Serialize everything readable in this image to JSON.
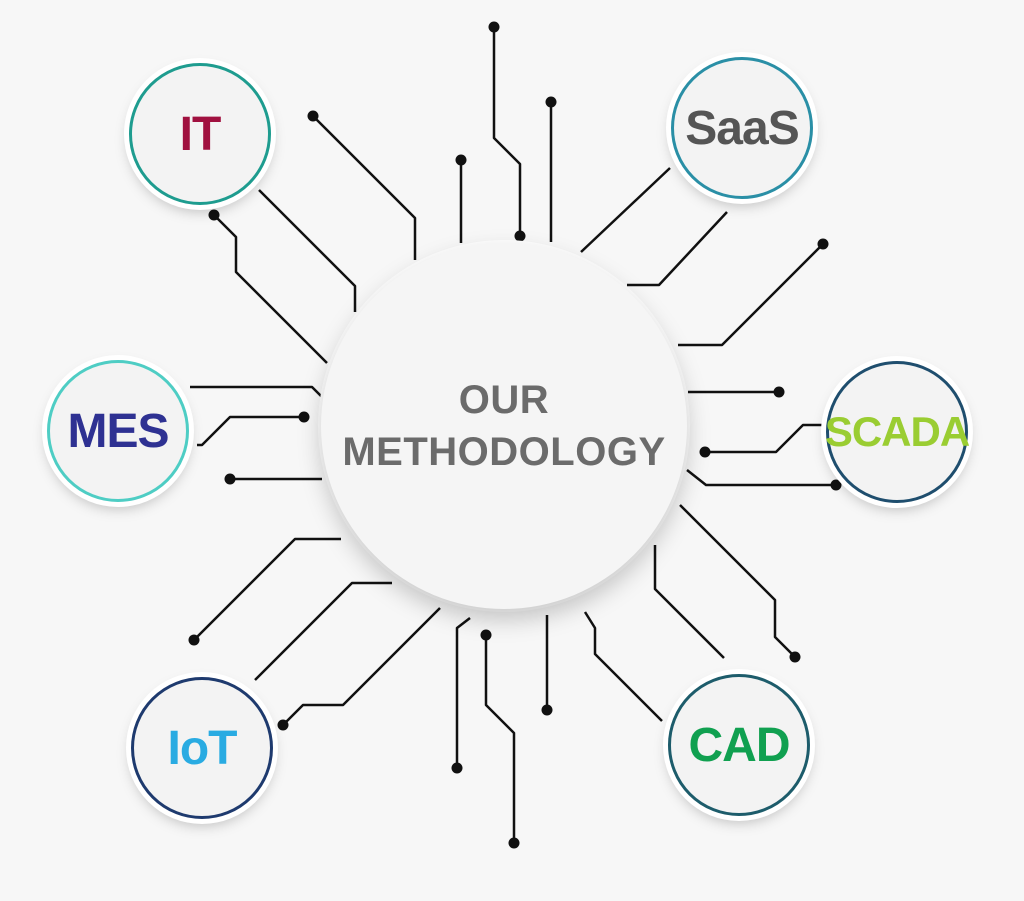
{
  "hub": {
    "line1": "OUR",
    "line2": "METHODOLOGY"
  },
  "nodes": {
    "it": {
      "label": "IT",
      "text_color": "#a0103f",
      "ring_color": "#1e9c8f"
    },
    "saas": {
      "label": "SaaS",
      "text_color": "#555555",
      "ring_color": "#2a8fa6"
    },
    "mes": {
      "label": "MES",
      "text_color": "#2e3192",
      "ring_color": "#4ecdc4"
    },
    "scada": {
      "label": "SCADA",
      "text_color": "#9acd32",
      "ring_color": "#1f4e6e"
    },
    "iot": {
      "label": "IoT",
      "text_color": "#29abe2",
      "ring_color": "#1e3a6e"
    },
    "cad": {
      "label": "CAD",
      "text_color": "#10a050",
      "ring_color": "#1d5c6b"
    }
  },
  "colors": {
    "wire": "#111111",
    "background": "#f7f7f7"
  }
}
